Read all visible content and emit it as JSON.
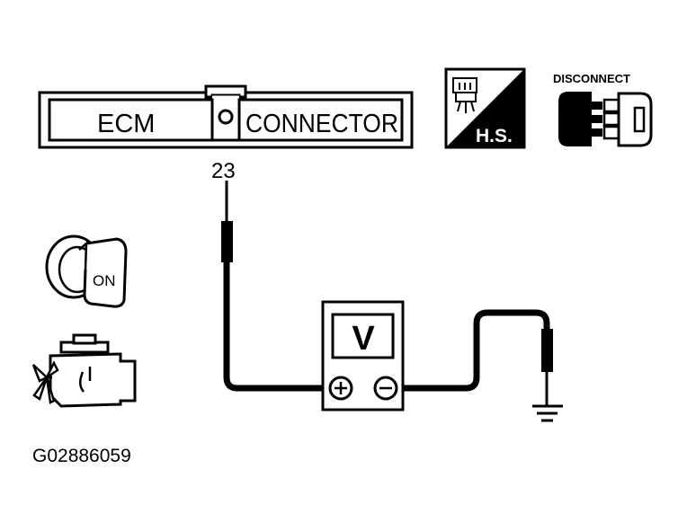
{
  "connector": {
    "left_label": "ECM",
    "right_label": "CONNECTOR",
    "pin_number": "23"
  },
  "harness_tag": {
    "label": "H.S."
  },
  "disconnect_tag": {
    "label": "DISCONNECT"
  },
  "ignition": {
    "key_label": "ON"
  },
  "voltmeter": {
    "display": "V",
    "plus_terminal": "⊕",
    "minus_terminal": "⊖"
  },
  "figure_id": "G02886059"
}
